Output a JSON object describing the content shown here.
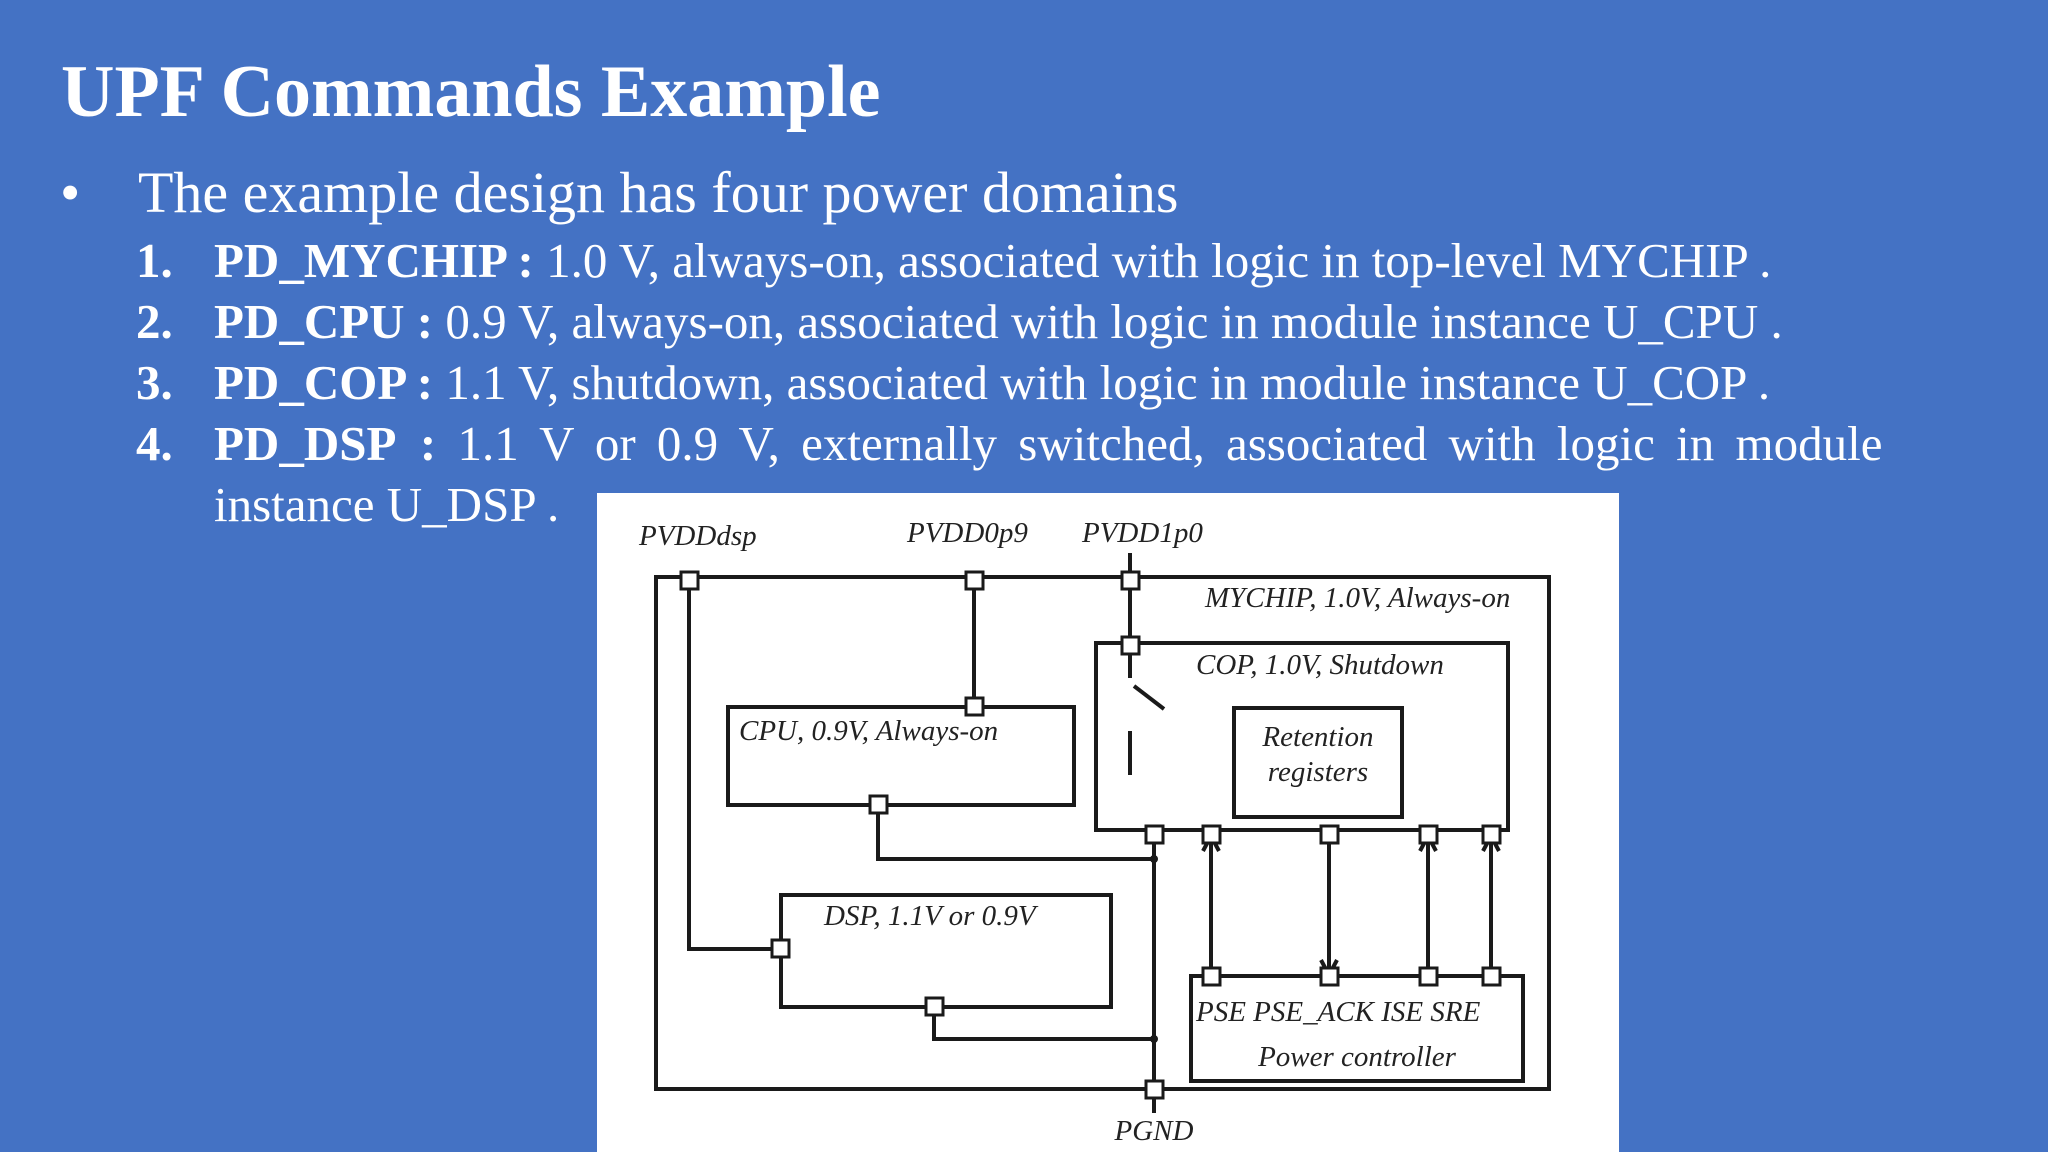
{
  "title": "UPF Commands Example",
  "bullet": {
    "symbol": "•",
    "text": "The example design has four power domains"
  },
  "items": [
    {
      "num": "1.",
      "name": "PD_MYCHIP :",
      "desc": " 1.0 V, always-on,  associated with logic in top-level MYCHIP ."
    },
    {
      "num": "2.",
      "name": "PD_CPU :",
      "desc": " 0.9 V, always-on, associated with logic in module instance U_CPU ."
    },
    {
      "num": "3.",
      "name": "PD_COP :",
      "desc": " 1.1 V, shutdown, associated with logic in module instance U_COP ."
    },
    {
      "num": "4.",
      "name": "PD_DSP  :",
      "desc_line1": " 1.1  V  or  0.9  V,  externally  switched,  associated  with  logic  in  module",
      "desc_line2": "instance U_DSP ."
    }
  ],
  "diagram": {
    "supply_labels": [
      "PVDDdsp",
      "PVDD0p9",
      "PVDD1p0"
    ],
    "ground_label": "PGND",
    "blocks": {
      "mychip": "MYCHIP, 1.0V, Always-on",
      "cop": "COP, 1.0V, Shutdown",
      "retention_line1": "Retention",
      "retention_line2": "registers",
      "cpu": "CPU, 0.9V, Always-on",
      "dsp": "DSP, 1.1V or 0.9V",
      "controller_ports": "PSE  PSE_ACK  ISE  SRE",
      "controller_name": "Power controller"
    }
  }
}
